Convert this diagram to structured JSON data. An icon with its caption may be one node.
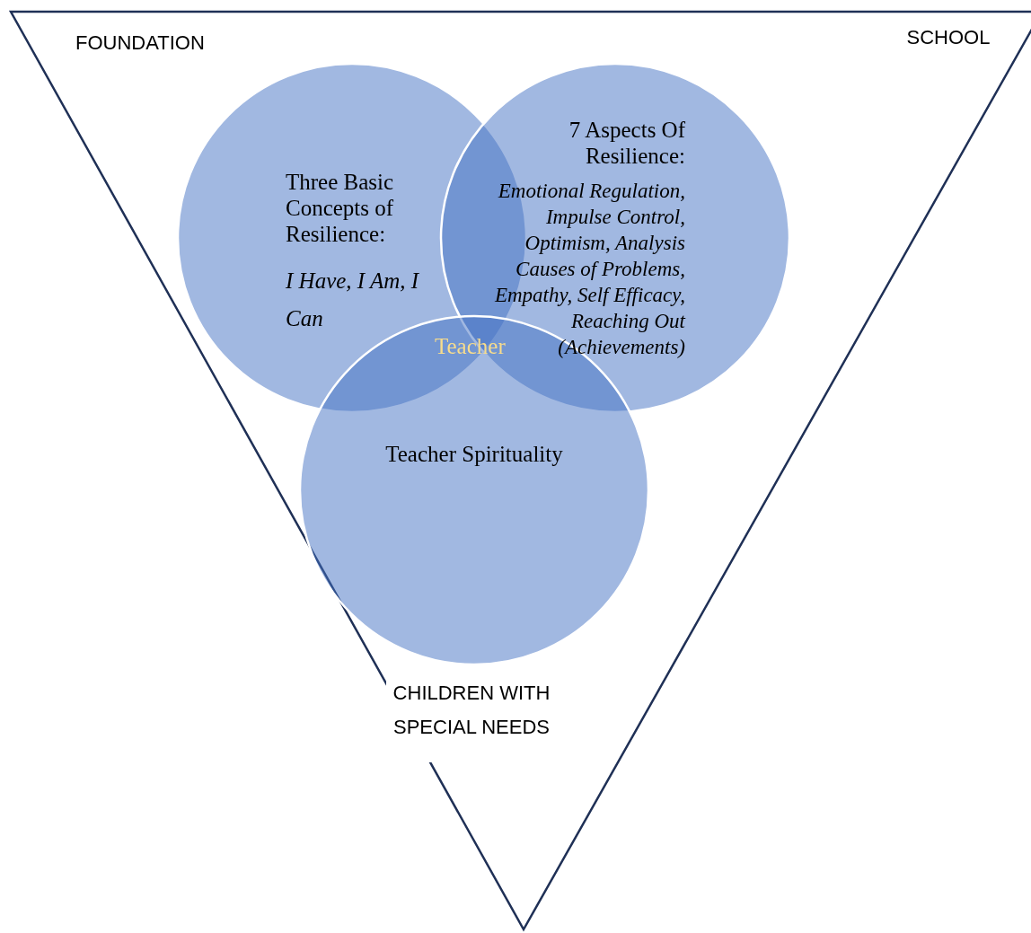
{
  "diagram": {
    "nodes": [
      {
        "text": [
          "FOUNDATION",
          "SCHOOL",
          "CHILDREN WITH SPECIAL NEEDS"
        ]
      },
      {
        "text": [
          "Three Basic Concepts of Resilience:",
          "I Have, I Am, I Can"
        ],
        "in": 0
      },
      {
        "text": [
          "7 Aspects Of Resilience:",
          "Emotional Regulation, Impulse Control, Optimism, Analysis Causes of Problems, Empathy, Self Efficacy, Reaching Out (Achievements)"
        ],
        "in": 0
      },
      {
        "text": [
          "Teacher Spirituality"
        ],
        "in": 0
      }
    ],
    "labels": [
      "Teacher"
    ]
  }
}
